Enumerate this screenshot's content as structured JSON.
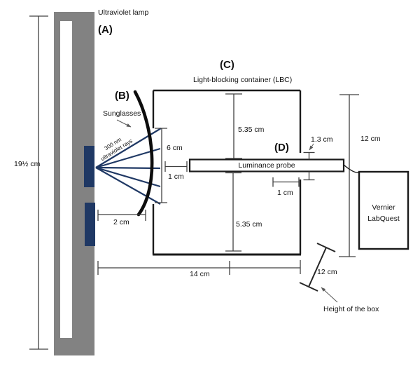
{
  "title": "Ultraviolet lamp / sunglasses / light-blocking container experimental setup diagram",
  "colors": {
    "lamp_gray": "#828282",
    "uv_navy": "#1F3864",
    "line_dark": "#1a1a1a",
    "dim_gray": "#404040",
    "arrow_gray": "#595959"
  },
  "labels": {
    "lamp_title": "Ultraviolet lamp",
    "part_a": "(A)",
    "part_b": "(B)",
    "part_c": "(C)",
    "part_d": "(D)",
    "sunglasses": "Sunglasses",
    "uv_rays_line1": "300 nm",
    "uv_rays_line2": "ultraviolet rays",
    "lbc": "Light-blocking container (LBC)",
    "probe": "Luminance probe",
    "labquest_line1": "Vernier",
    "labquest_line2": "LabQuest",
    "height_of_box": "Height of the box"
  },
  "dimensions": {
    "lamp_height": "19½ cm",
    "aperture_height": "6 cm",
    "probe_offset_left": "1 cm",
    "lamp_to_lens": "2 cm",
    "lbc_top_half": "5.35 cm",
    "lbc_bottom_half": "5.35 cm",
    "probe_wall_gap": "1.3 cm",
    "probe_offset_right": "1 cm",
    "box_height_right": "12 cm",
    "lbc_width": "14 cm",
    "box_height_diagonal": "12 cm"
  }
}
